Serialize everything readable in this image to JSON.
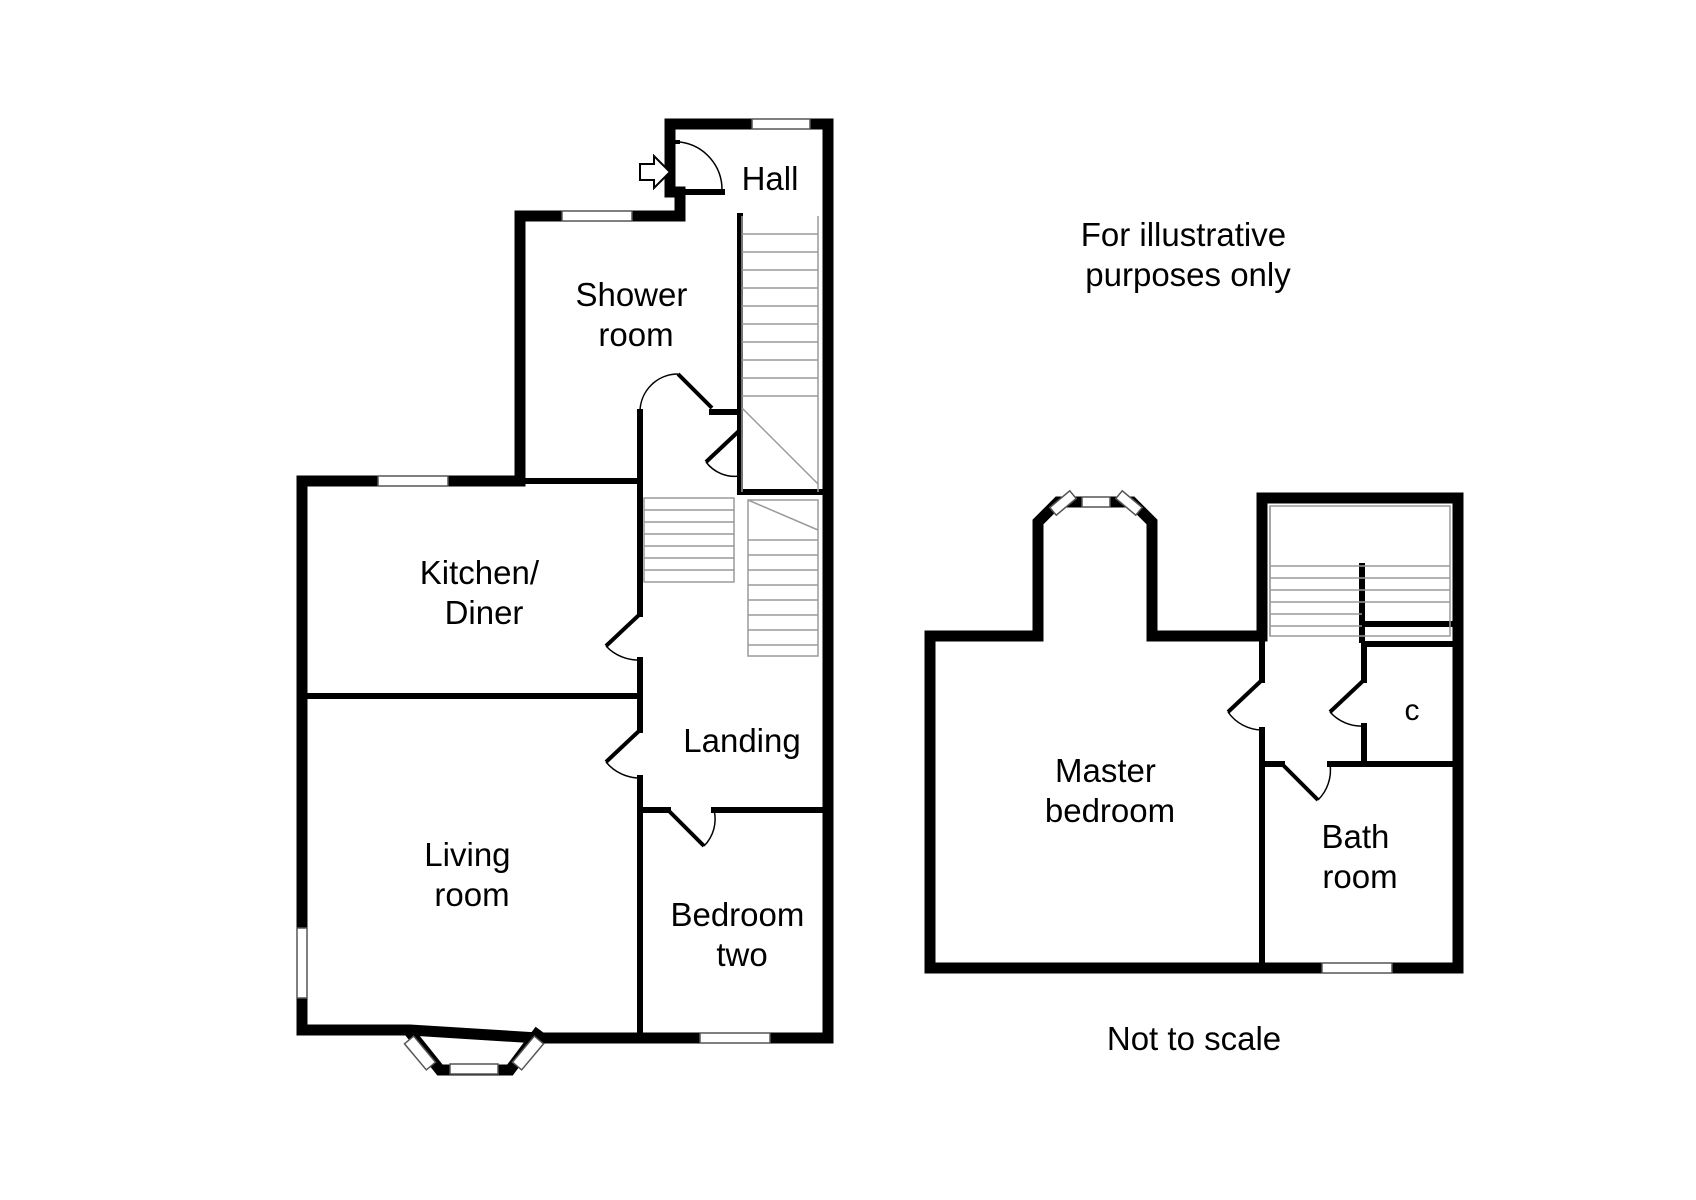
{
  "rooms": {
    "hall": "Hall",
    "shower_1": "Shower",
    "shower_2": "room",
    "kitchen_1": "Kitchen/",
    "kitchen_2": "Diner",
    "landing": "Landing",
    "living_1": "Living",
    "living_2": "room",
    "bedroom_two_1": "Bedroom",
    "bedroom_two_2": "two",
    "master_1": "Master",
    "master_2": "bedroom",
    "bath_1": "Bath",
    "bath_2": "room",
    "cupboard": "c"
  },
  "notes": {
    "illustrative_1": "For illustrative",
    "illustrative_2": "purposes only",
    "scale": "Not to scale"
  },
  "colors": {
    "wall": "#000000",
    "stair_line": "#9a9a9a",
    "background": "#ffffff"
  }
}
